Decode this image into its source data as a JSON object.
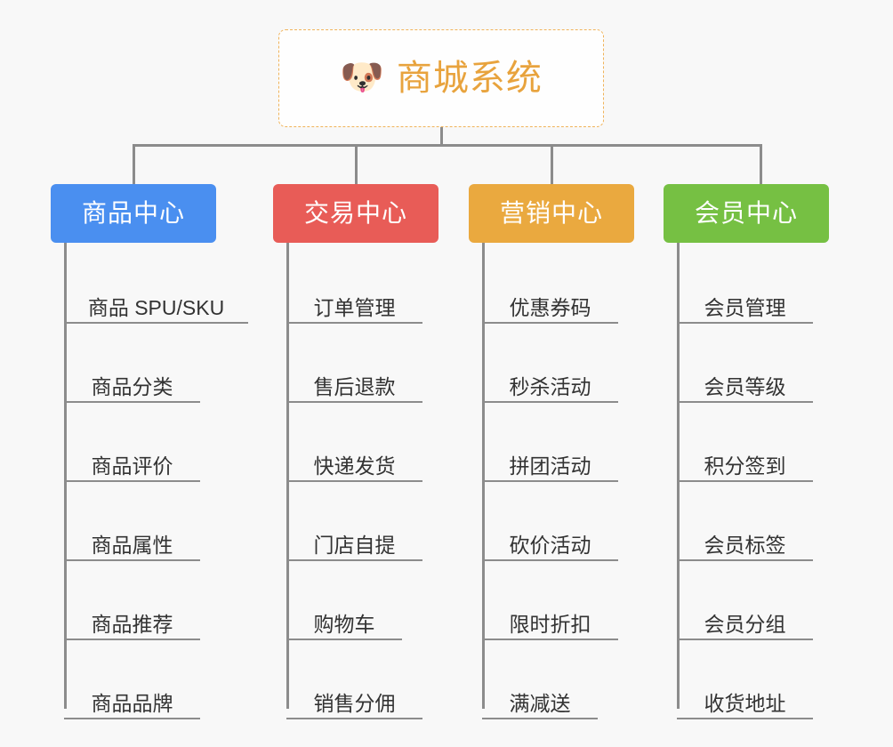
{
  "canvas": {
    "background": "#f8f8f8",
    "connector_color": "#8c8c8c"
  },
  "root": {
    "icon": "dog-face-icon",
    "icon_glyph": "🐶",
    "label": "商城系统",
    "text_color": "#e8a33d",
    "border_color": "#f0b35a",
    "background": "#fefefe"
  },
  "branches": [
    {
      "id": "product-center",
      "label": "商品中心",
      "color": "#4a8ff0",
      "items": [
        {
          "label": "商品 SPU/SKU"
        },
        {
          "label": "商品分类"
        },
        {
          "label": "商品评价"
        },
        {
          "label": "商品属性"
        },
        {
          "label": "商品推荐"
        },
        {
          "label": "商品品牌"
        }
      ]
    },
    {
      "id": "trade-center",
      "label": "交易中心",
      "color": "#e85c57",
      "items": [
        {
          "label": "订单管理"
        },
        {
          "label": "售后退款"
        },
        {
          "label": "快递发货"
        },
        {
          "label": "门店自提"
        },
        {
          "label": "购物车"
        },
        {
          "label": "销售分佣"
        }
      ]
    },
    {
      "id": "marketing-center",
      "label": "营销中心",
      "color": "#eaa93f",
      "items": [
        {
          "label": "优惠券码"
        },
        {
          "label": "秒杀活动"
        },
        {
          "label": "拼团活动"
        },
        {
          "label": "砍价活动"
        },
        {
          "label": "限时折扣"
        },
        {
          "label": "满减送"
        }
      ]
    },
    {
      "id": "member-center",
      "label": "会员中心",
      "color": "#76c043",
      "items": [
        {
          "label": "会员管理"
        },
        {
          "label": "会员等级"
        },
        {
          "label": "积分签到"
        },
        {
          "label": "会员标签"
        },
        {
          "label": "会员分组"
        },
        {
          "label": "收货地址"
        }
      ]
    }
  ]
}
